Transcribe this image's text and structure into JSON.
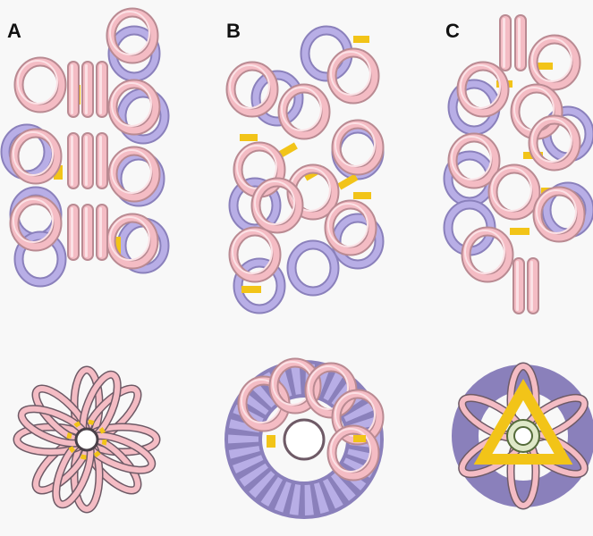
{
  "panels": [
    {
      "label": "A"
    },
    {
      "label": "B"
    },
    {
      "label": "C"
    }
  ],
  "colors": {
    "pink": "#f4bcc4",
    "pink_dark": "#b98a92",
    "lavender": "#b8aee6",
    "lavender_dark": "#8a80bb",
    "yellow": "#f2c418",
    "background": "#f8f8f8"
  }
}
